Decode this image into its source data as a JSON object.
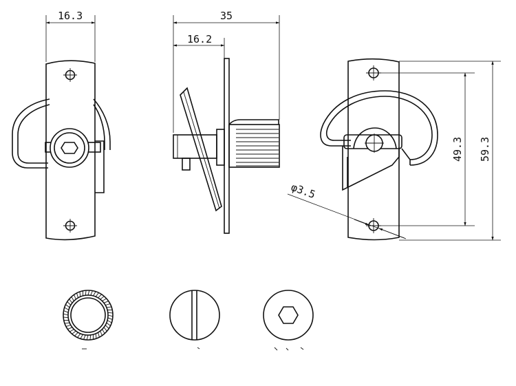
{
  "dimensions": {
    "front_width": "16.3",
    "total_depth": "35",
    "plate_to_face": "16.2",
    "hole_diameter": "φ3.5",
    "hole_spacing": "49.3",
    "plate_height": "59.3"
  },
  "views": [
    "front-view",
    "side-view",
    "rear-view",
    "knurled-head-detail",
    "slotted-head-detail",
    "hex-socket-head-detail"
  ]
}
